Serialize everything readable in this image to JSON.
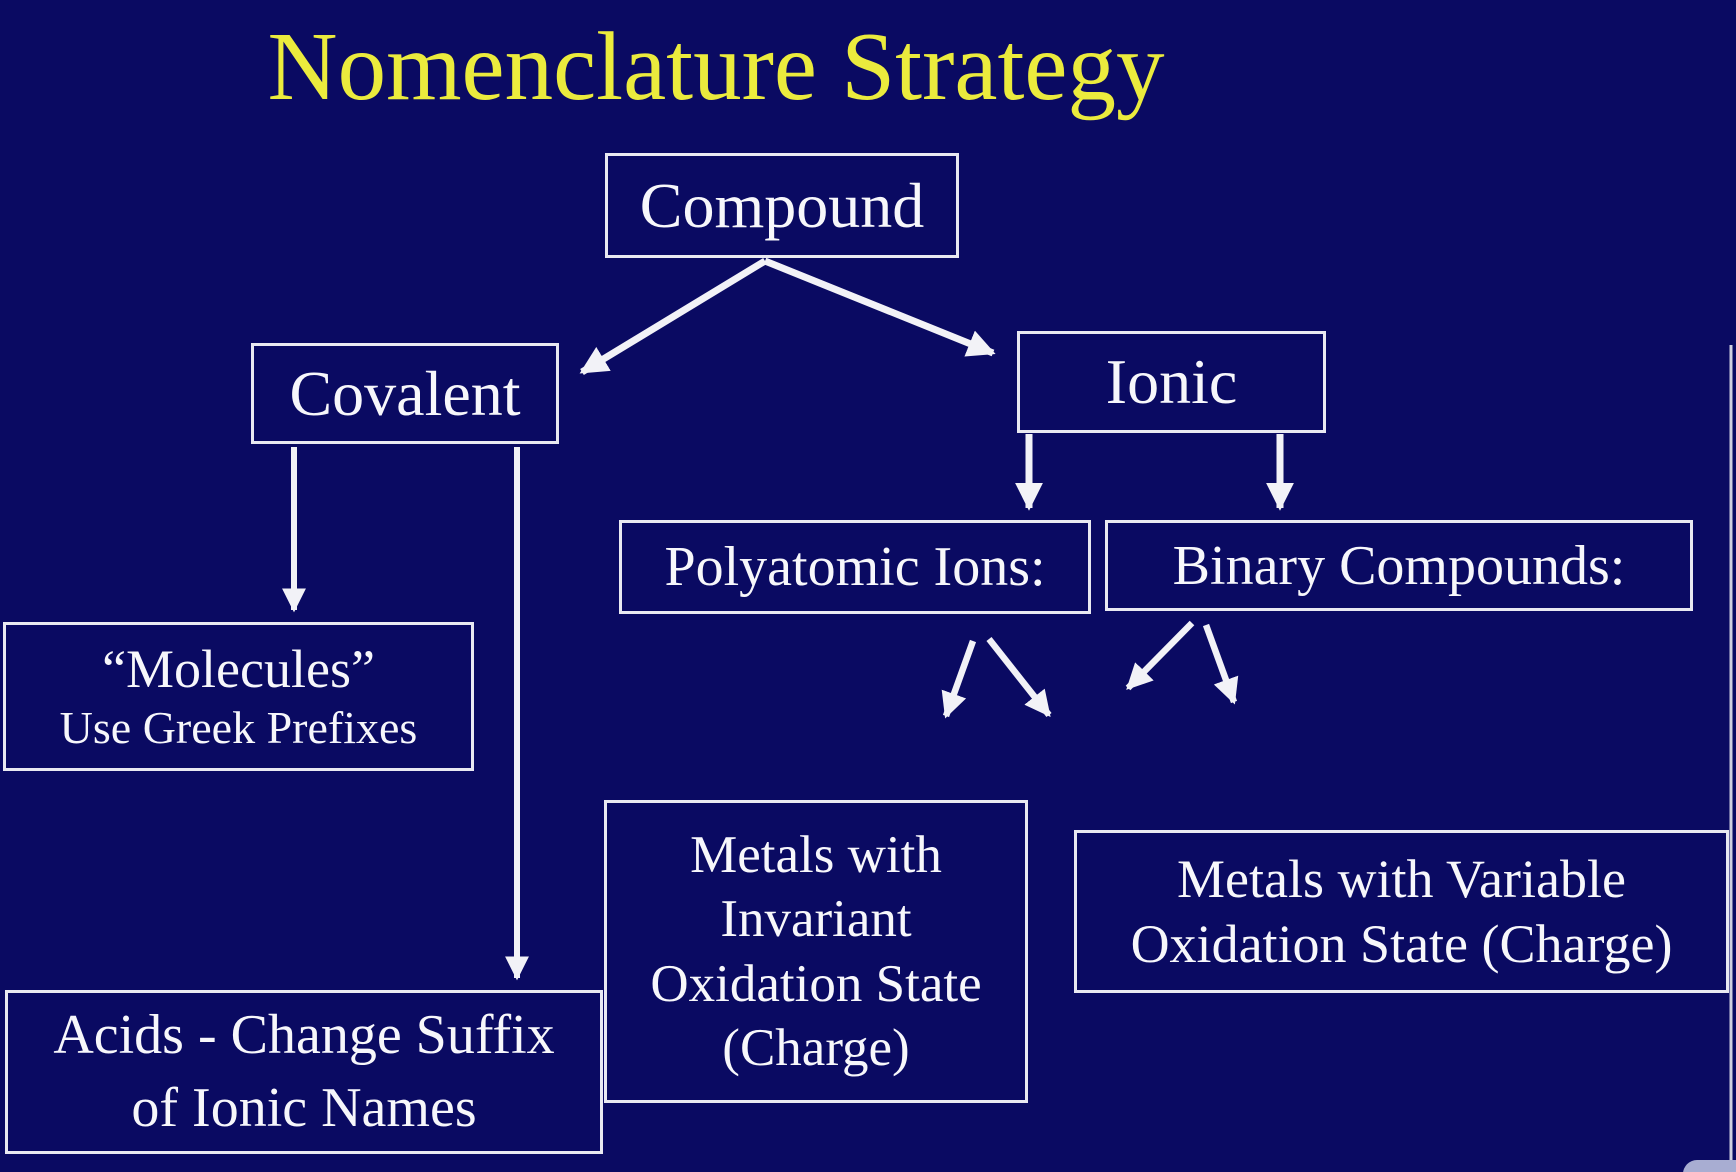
{
  "slide": {
    "title": "Nomenclature Strategy",
    "colors": {
      "background": "#0a0a62",
      "title": "#ebeb3d",
      "box_border": "#e9e9f2",
      "text": "#f7f7fb",
      "arrow": "#f2f2f7",
      "corner_widget": "#a8add2"
    },
    "nodes": {
      "compound": {
        "label": "Compound"
      },
      "covalent": {
        "label": "Covalent"
      },
      "ionic": {
        "label": "Ionic"
      },
      "polyatomic_ions": {
        "label": "Polyatomic Ions:"
      },
      "binary_compounds": {
        "label": "Binary Compounds:"
      },
      "molecules": {
        "line1": "“Molecules”",
        "line2": "Use Greek Prefixes"
      },
      "metals_invariant": {
        "line1": "Metals with",
        "line2": "Invariant",
        "line3": "Oxidation State",
        "line4": "(Charge)"
      },
      "metals_variable": {
        "line1": "Metals with Variable",
        "line2": "Oxidation State (Charge)"
      },
      "acids": {
        "line1": "Acids - Change Suffix",
        "line2": "of Ionic Names"
      }
    }
  }
}
